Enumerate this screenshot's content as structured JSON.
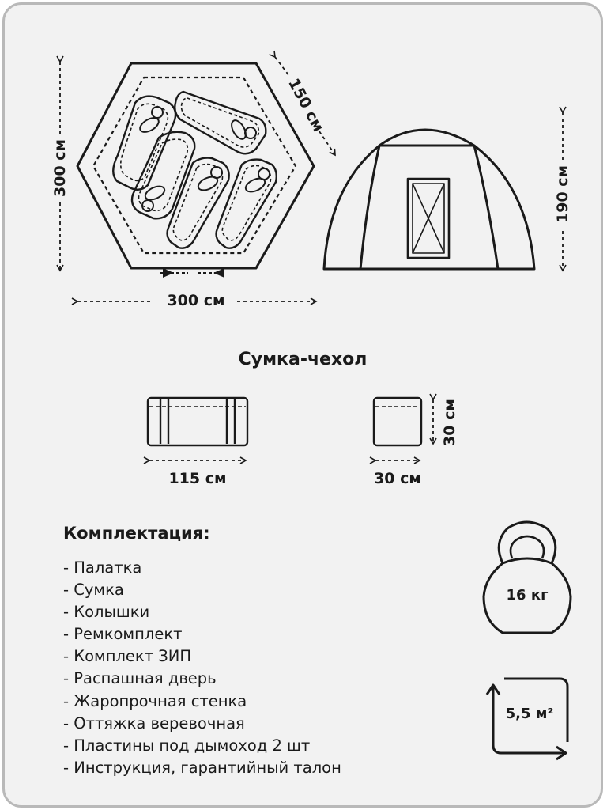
{
  "tent": {
    "height_label": "300 см",
    "width_label": "300 см",
    "side_label": "150 см",
    "tall_label": "190 см"
  },
  "bag": {
    "title": "Сумка-чехол",
    "length_label": "115 см",
    "width_label": "30 см",
    "height_label": "30 см"
  },
  "kit": {
    "title": "Комплектация:",
    "items": [
      "- Палатка",
      "- Сумка",
      "- Колышки",
      "- Ремкомплект",
      "- Комплект ЗИП",
      "- Распашная дверь",
      "- Жаропрочная стенка",
      "- Оттяжка веревочная",
      "- Пластины под дымоход 2 шт",
      "- Инструкция, гарантийный талон"
    ]
  },
  "specs": {
    "weight": "16 кг",
    "area": "5,5 м²",
    "weight_icon": "kettlebell-icon",
    "area_icon": "area-corner-arrows-icon"
  },
  "colors": {
    "background": "#f2f2f2",
    "border": "#b9b9b9",
    "ink": "#1a1a1a"
  }
}
